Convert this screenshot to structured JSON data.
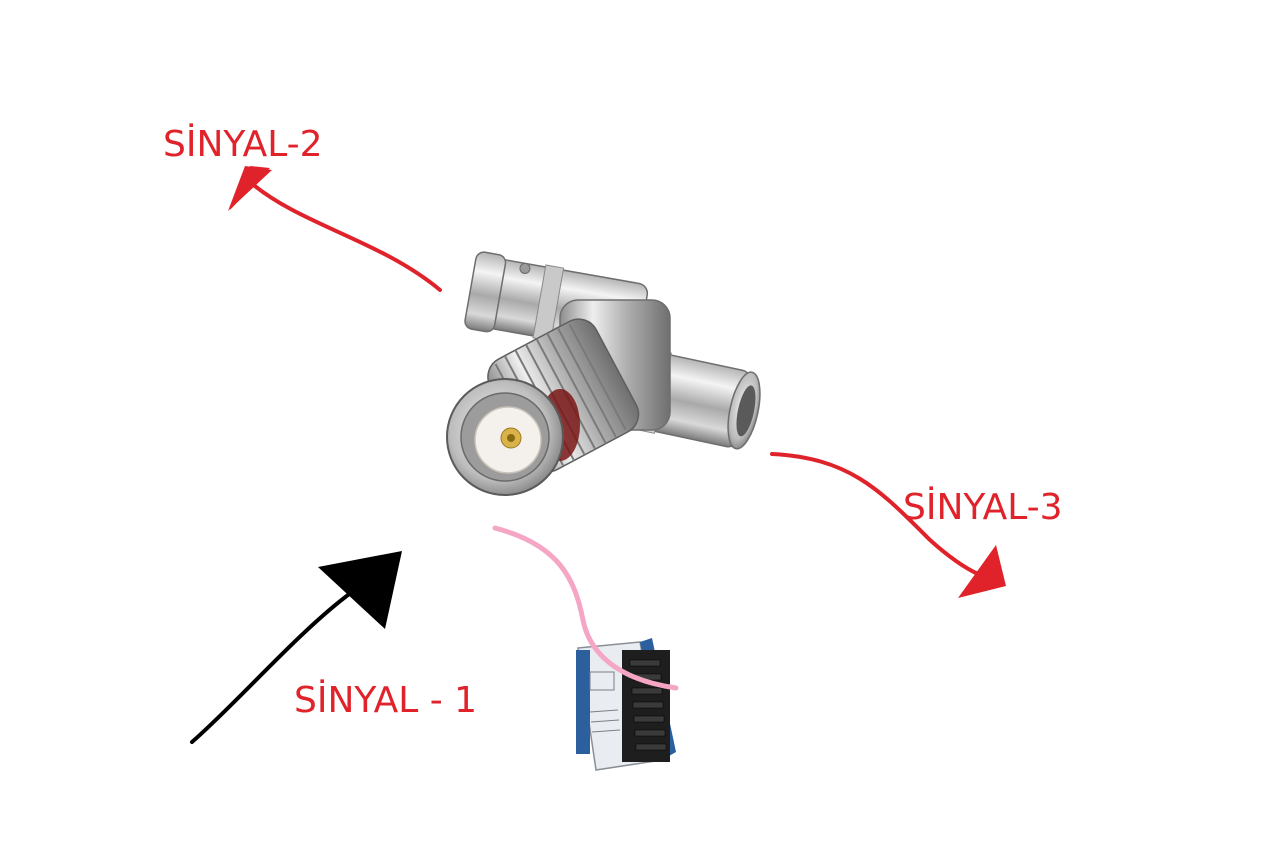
{
  "labels": {
    "signal_1": "SİNYAL - 1",
    "signal_2": "SİNYAL-2",
    "signal_3": "SİNYAL-3"
  },
  "colors": {
    "signal_out": "#e0232b",
    "signal_in": "#000000",
    "cable": "#f4a6c4",
    "module_blue": "#2b5f9e",
    "module_terminal": "#1e1e1e",
    "metal_light": "#e6e6e6",
    "metal_dark": "#8c8c8c",
    "insulator": "#f4f1ec",
    "gold_pin": "#c9a227"
  },
  "icons": {
    "connector": "bnc-t-connector-icon",
    "module": "daq-module-icon"
  }
}
